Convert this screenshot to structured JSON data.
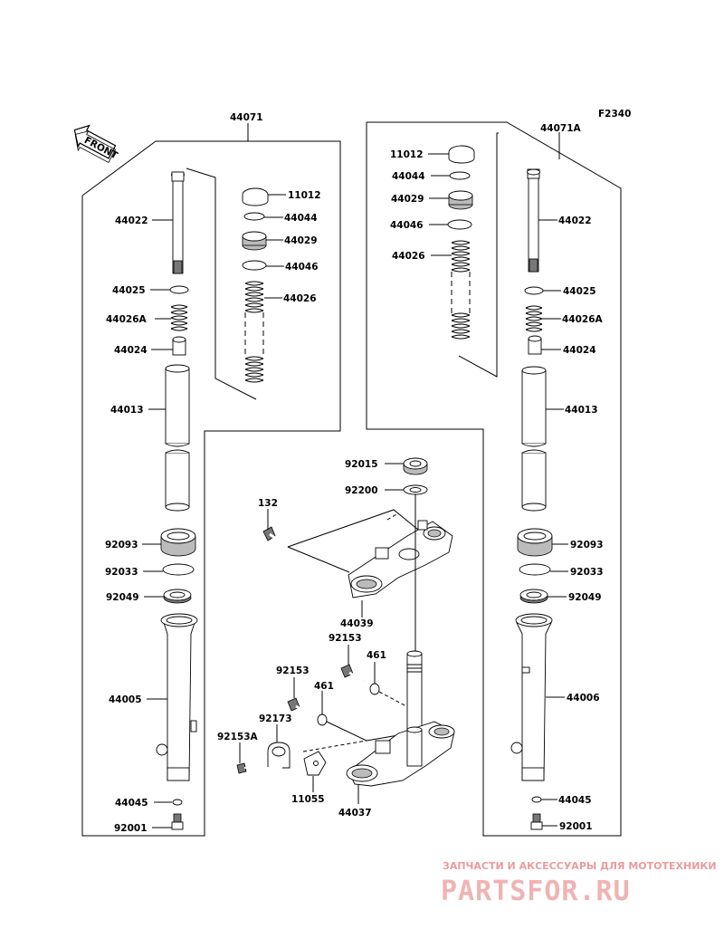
{
  "figure_code": "F2340",
  "direction_tag": "FRONT",
  "watermark": {
    "tagline": "ЗАПЧАСТИ И АКСЕССУАРЫ ДЛЯ МОТОТЕХНИКИ",
    "logo_text": "PARTSFOR.RU"
  },
  "labels": {
    "assy_left": "44071",
    "assy_right": "44071A",
    "fork_tube": "44022",
    "cap": "11012",
    "ring_44044": "44044",
    "seat_44029": "44029",
    "oring_44046": "44046",
    "spring_44026": "44026",
    "ring_44025": "44025",
    "spring_44026a": "44026A",
    "collar_44024": "44024",
    "inner_tube": "44013",
    "nut_92015": "92015",
    "washer_92200": "92200",
    "bolt_132": "132",
    "seal_92093": "92093",
    "circlip_92033": "92033",
    "oilseal_92049": "92049",
    "upper_bracket": "44039",
    "bolt_92153_a": "92153",
    "washer_461_a": "461",
    "bolt_92153_b": "92153",
    "washer_461_b": "461",
    "clamp_92173": "92173",
    "bolt_92153a": "92153A",
    "outer_left": "44005",
    "outer_right": "44006",
    "guide_11055": "11055",
    "stem_bracket": "44037",
    "gasket_44045": "44045",
    "bolt_92001": "92001"
  }
}
